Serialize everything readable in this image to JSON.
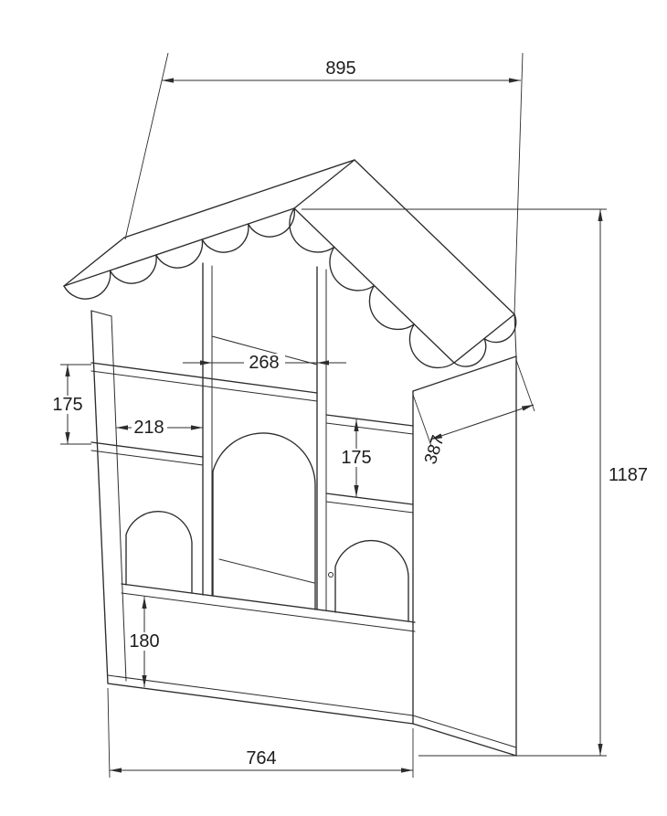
{
  "dims": {
    "roof_width": "895",
    "total_height": "1187",
    "body_width": "764",
    "depth": "387",
    "middle_opening_width": "268",
    "left_opening_width": "218",
    "left_section_height": "175",
    "right_section_height": "175",
    "base_height": "180"
  }
}
